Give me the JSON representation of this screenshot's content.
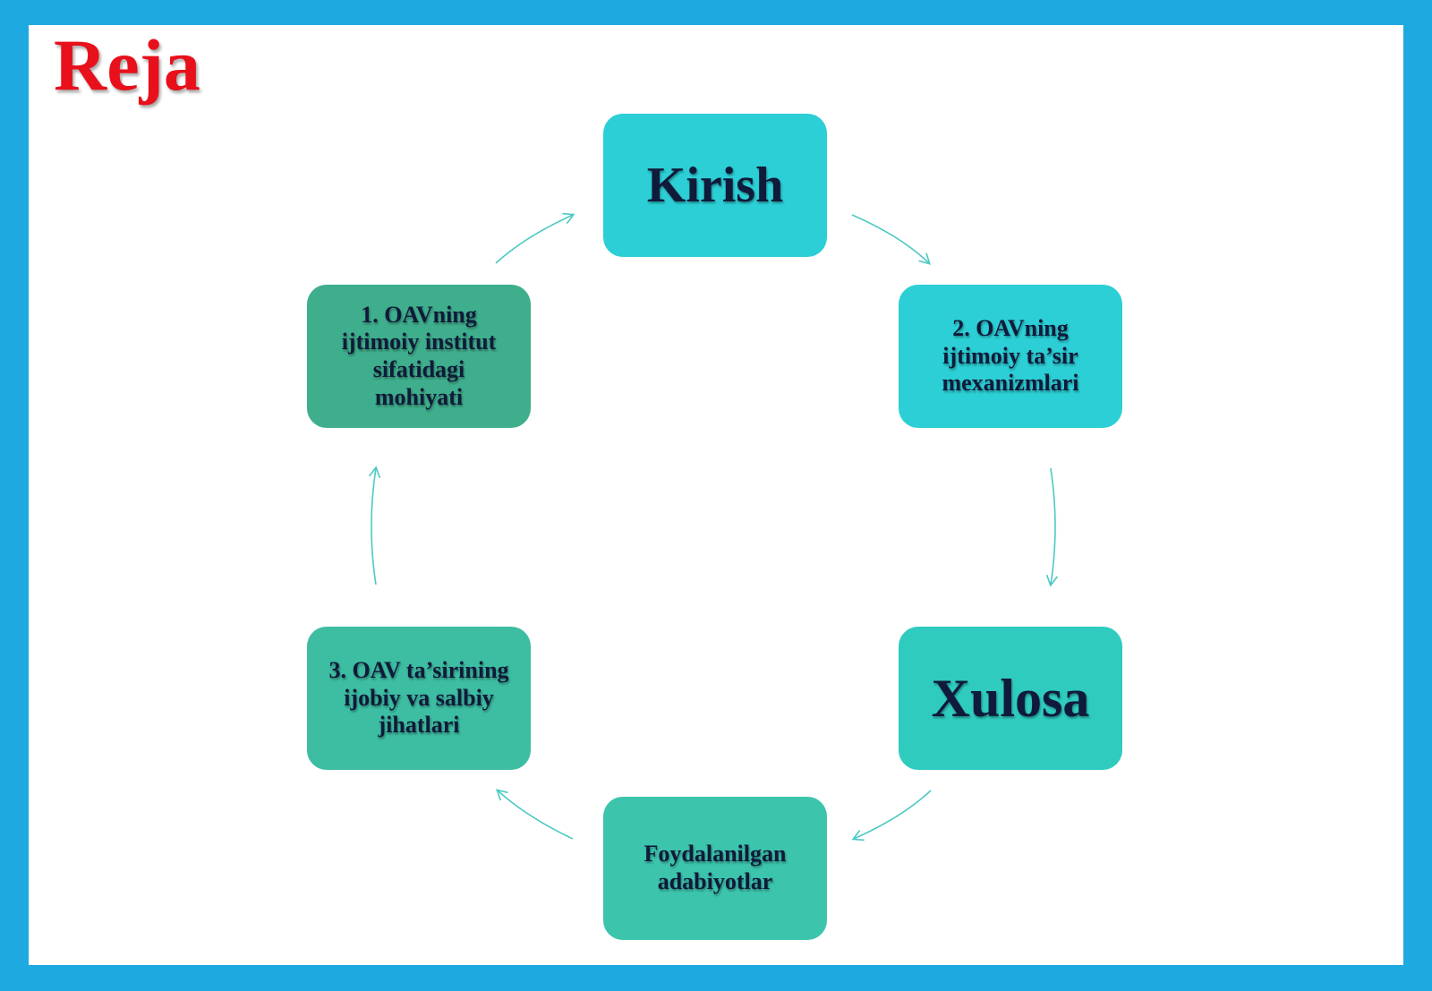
{
  "title": "Reja",
  "colors": {
    "frame": "#1fa9e1",
    "background": "#ffffff",
    "title": "#e8101a",
    "node_cyan": "#2ccfd5",
    "node_teal": "#3dbda1",
    "node_teal_dark": "#3fae8c",
    "arrow": "#4cc9c4",
    "node_text": "#101a3a"
  },
  "cycle": {
    "direction": "clockwise",
    "nodes": [
      {
        "id": "kirish",
        "label": "Kirish",
        "color": "#2ccfd5"
      },
      {
        "id": "item2",
        "label": "2. OAVning ijtimoiy ta’sir mexanizmlari",
        "color": "#2ccfd5"
      },
      {
        "id": "xulosa",
        "label": "Xulosa",
        "color": "#2fcbbf"
      },
      {
        "id": "adabiyotlar",
        "label": "Foydalanilgan adabiyotlar",
        "color": "#3cc4ac"
      },
      {
        "id": "item3",
        "label": "3. OAV ta’sirining ijobiy va salbiy jihatlari",
        "color": "#3dbda1"
      },
      {
        "id": "item1",
        "label": "1. OAVning ijtimoiy institut sifatidagi mohiyati",
        "color": "#3fae8c"
      }
    ],
    "edges": [
      {
        "from": "kirish",
        "to": "item2"
      },
      {
        "from": "item2",
        "to": "xulosa"
      },
      {
        "from": "xulosa",
        "to": "adabiyotlar"
      },
      {
        "from": "adabiyotlar",
        "to": "item3"
      },
      {
        "from": "item3",
        "to": "item1"
      },
      {
        "from": "item1",
        "to": "kirish"
      }
    ]
  }
}
